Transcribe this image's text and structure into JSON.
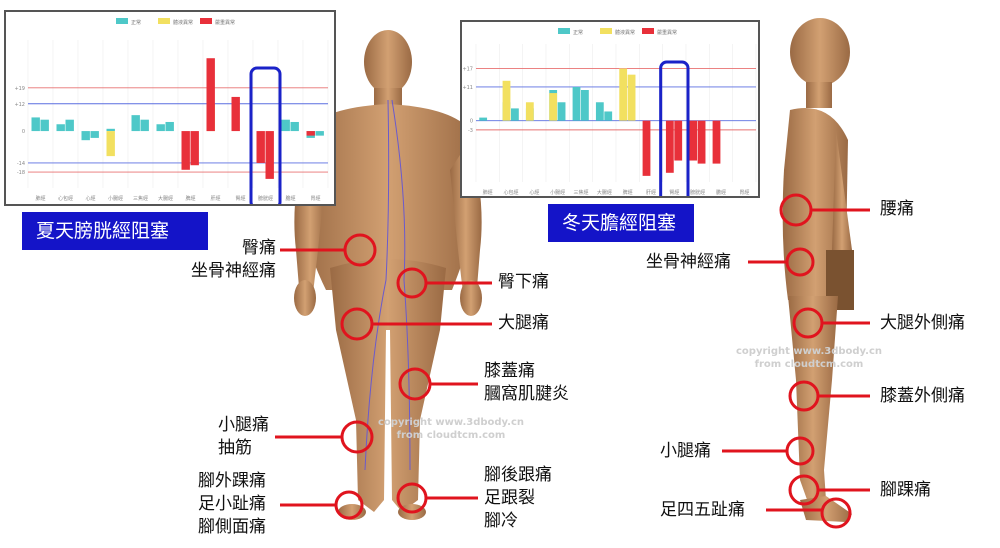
{
  "charts": [
    {
      "legend": [
        "正常",
        "體液異常",
        "嚴重異常"
      ],
      "legend_colors": [
        "#4ec8c8",
        "#f2e060",
        "#e8303a"
      ],
      "y_ticks": [
        "+19",
        "+12",
        "0",
        "-14",
        "-18"
      ],
      "x_labels": [
        "肺經",
        "心包經",
        "心經",
        "小腸經",
        "三焦經",
        "大腸經",
        "脾經",
        "肝經",
        "腎經",
        "膀胱經",
        "膽經",
        "胃經"
      ]
    },
    {
      "legend": [
        "正常",
        "體液異常",
        "嚴重異常"
      ],
      "legend_colors": [
        "#4ec8c8",
        "#f2e060",
        "#e8303a"
      ],
      "y_ticks": [
        "+17",
        "+11",
        "0",
        "-3"
      ],
      "x_labels": [
        "肺經",
        "心包經",
        "心經",
        "小腸經",
        "三焦經",
        "大腸經",
        "脾經",
        "肝經",
        "腎經",
        "膀胱經",
        "膽經",
        "胃經"
      ]
    }
  ],
  "chart_data": [
    {
      "type": "bar",
      "categories": [
        "肺經",
        "心包經",
        "心經",
        "小腸經",
        "三焦經",
        "大腸經",
        "脾經",
        "肝經",
        "腎經",
        "膀胱經",
        "膽經",
        "胃經"
      ],
      "series": [
        {
          "name": "正常",
          "values": [
            6,
            3,
            -4,
            1,
            7,
            3,
            0,
            0,
            0,
            0,
            5,
            -3
          ]
        },
        {
          "name": "正常",
          "values": [
            5,
            5,
            -3,
            0,
            5,
            4,
            0,
            0,
            0,
            0,
            4,
            -2
          ]
        },
        {
          "name": "體液異常",
          "values": [
            0,
            0,
            0,
            -11,
            0,
            0,
            0,
            12,
            0,
            0,
            0,
            0
          ]
        },
        {
          "name": "嚴重異常",
          "values": [
            0,
            0,
            0,
            0,
            0,
            0,
            -17,
            32,
            15,
            -14,
            0,
            -2
          ]
        },
        {
          "name": "嚴重異常",
          "values": [
            0,
            0,
            0,
            0,
            0,
            0,
            -15,
            0,
            0,
            -21,
            0,
            0
          ]
        }
      ],
      "ylim": [
        -25,
        40
      ]
    },
    {
      "type": "bar",
      "categories": [
        "肺經",
        "心包經",
        "心經",
        "小腸經",
        "三焦經",
        "大腸經",
        "脾經",
        "肝經",
        "腎經",
        "膀胱經",
        "膽經",
        "胃經"
      ],
      "series": [
        {
          "name": "正常",
          "values": [
            1,
            6,
            4,
            10,
            11,
            6,
            0,
            0,
            0,
            0,
            0,
            0
          ]
        },
        {
          "name": "正常",
          "values": [
            0,
            4,
            0,
            6,
            10,
            3,
            0,
            0,
            0,
            0,
            0,
            0
          ]
        },
        {
          "name": "體液異常",
          "values": [
            0,
            13,
            6,
            9,
            0,
            0,
            17,
            0,
            0,
            0,
            0,
            0
          ]
        },
        {
          "name": "體液異常",
          "values": [
            0,
            0,
            0,
            0,
            0,
            0,
            15,
            0,
            0,
            0,
            0,
            0
          ]
        },
        {
          "name": "嚴重異常",
          "values": [
            0,
            0,
            0,
            0,
            0,
            0,
            0,
            -18,
            -17,
            -13,
            -14,
            0
          ]
        },
        {
          "name": "嚴重異常",
          "values": [
            0,
            0,
            0,
            0,
            0,
            0,
            0,
            0,
            -13,
            -14,
            0,
            0
          ]
        }
      ],
      "ylim": [
        -20,
        25
      ]
    }
  ],
  "banners": {
    "left": "夏天膀胱經阻塞",
    "right": "冬天膽經阻塞"
  },
  "labels": {
    "hip": [
      "臀痛",
      "坐骨神經痛"
    ],
    "below_hip": "臀下痛",
    "thigh": "大腿痛",
    "knee": [
      "膝蓋痛",
      "膕窩肌腱炎"
    ],
    "calf_back": [
      "小腿痛",
      "抽筋"
    ],
    "ankle_back": [
      "腳外踝痛",
      "足小趾痛",
      "腳側面痛"
    ],
    "heel": [
      "腳後跟痛",
      "足跟裂",
      "腳冷"
    ],
    "waist": "腰痛",
    "sciatic_side": "坐骨神經痛",
    "thigh_side": "大腿外側痛",
    "knee_side": "膝蓋外側痛",
    "calf_side": "小腿痛",
    "ankle_side": "腳踝痛",
    "toes_side": "足四五趾痛"
  },
  "watermarks": {
    "back": [
      "copyright www.3dbody.cn",
      "from cloudtcm.com"
    ],
    "side": [
      "copyright www.3dbody.cn",
      "from cloudtcm.com"
    ]
  },
  "colors": {
    "marker": "#e0141e",
    "banner": "#1414c8",
    "skin": "#c89464",
    "highlight": "#1a22c8"
  }
}
